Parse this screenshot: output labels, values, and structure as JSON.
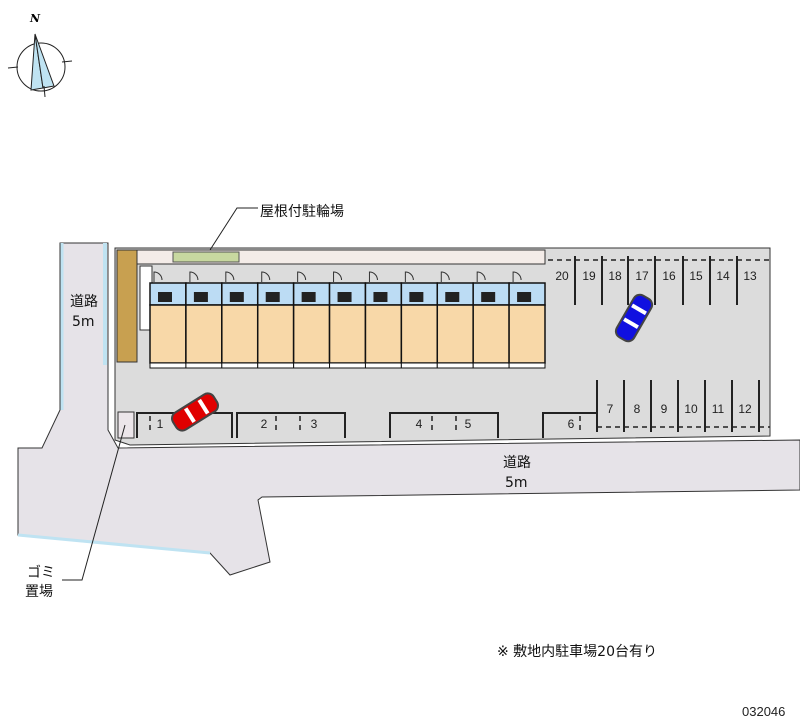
{
  "compass": {
    "north_label": "N"
  },
  "labels": {
    "bike_parking": "屋根付駐輪場",
    "left_road": [
      "道路",
      "5m"
    ],
    "main_road": [
      "道路",
      "5m"
    ],
    "garbage": [
      "ゴミ",
      "置場"
    ],
    "note": "※ 敷地内駐車場20台有り",
    "map_id": "032046"
  },
  "parking": {
    "top_row": [
      "20",
      "19",
      "18",
      "17",
      "16",
      "15",
      "14",
      "13"
    ],
    "bottom_right_row": [
      "7",
      "8",
      "9",
      "10",
      "11",
      "12"
    ],
    "front_row": [
      "1",
      "2",
      "3",
      "4",
      "5",
      "6"
    ]
  },
  "building": {
    "unit_count": 11
  },
  "colors": {
    "road": "#e6e3e8",
    "lot": "#dcdcdc",
    "unit_blue": "#bcdcf4",
    "unit_tan": "#f8d8a8",
    "car_red": "#e00000",
    "car_blue": "#1010e0",
    "hedge": "#c8a050"
  }
}
